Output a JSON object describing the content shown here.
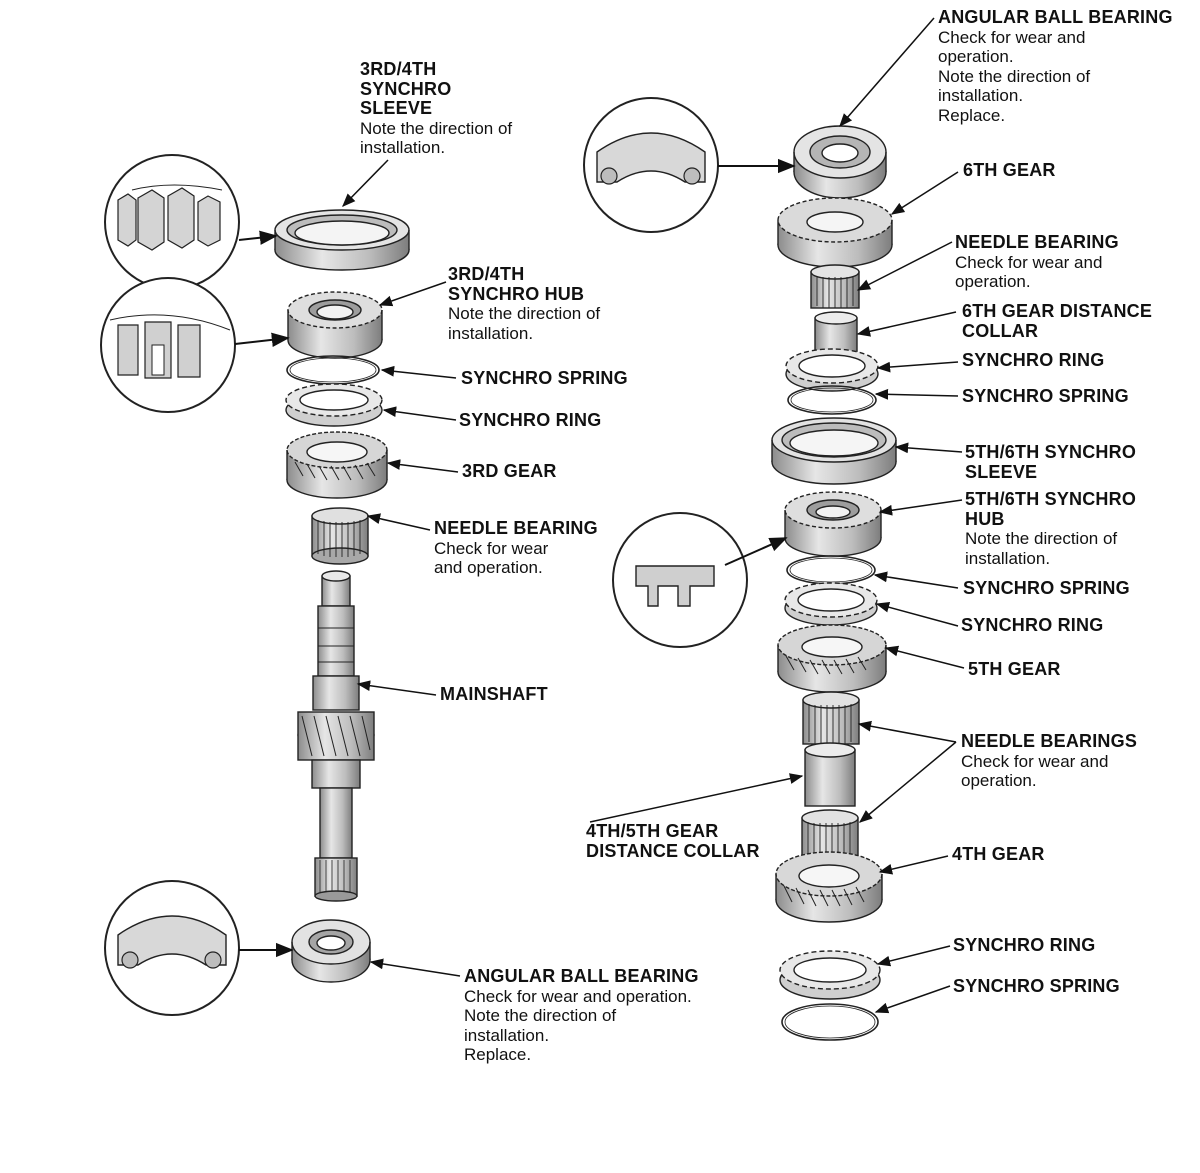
{
  "labels": {
    "sleeve34": {
      "title": [
        "3RD/4TH",
        "SYNCHRO",
        "SLEEVE"
      ],
      "notes": [
        "Note the direction of",
        "installation."
      ]
    },
    "hub34": {
      "title": [
        "3RD/4TH",
        "SYNCHRO HUB"
      ],
      "notes": [
        "Note the direction of",
        "installation."
      ]
    },
    "spring_left": {
      "title": [
        "SYNCHRO SPRING"
      ],
      "notes": []
    },
    "ring_left": {
      "title": [
        "SYNCHRO RING"
      ],
      "notes": []
    },
    "gear3": {
      "title": [
        "3RD GEAR"
      ],
      "notes": []
    },
    "needle_left": {
      "title": [
        "NEEDLE BEARING"
      ],
      "notes": [
        "Check for wear",
        "and operation."
      ]
    },
    "mainshaft": {
      "title": [
        "MAINSHAFT"
      ],
      "notes": []
    },
    "ball_left": {
      "title": [
        "ANGULAR BALL BEARING"
      ],
      "notes": [
        "Check for wear and operation.",
        "Note the direction of",
        "installation.",
        "Replace."
      ]
    },
    "ball_top": {
      "title": [
        "ANGULAR BALL BEARING"
      ],
      "notes": [
        "Check for wear and",
        "operation.",
        "Note the direction of",
        "installation.",
        "Replace."
      ]
    },
    "gear6": {
      "title": [
        "6TH GEAR"
      ],
      "notes": []
    },
    "needle_r1": {
      "title": [
        "NEEDLE BEARING"
      ],
      "notes": [
        "Check for wear and",
        "operation."
      ]
    },
    "collar6": {
      "title": [
        "6TH GEAR DISTANCE",
        "COLLAR"
      ],
      "notes": []
    },
    "ring_r1": {
      "title": [
        "SYNCHRO RING"
      ],
      "notes": []
    },
    "spring_r1": {
      "title": [
        "SYNCHRO SPRING"
      ],
      "notes": []
    },
    "sleeve56": {
      "title": [
        "5TH/6TH SYNCHRO",
        "SLEEVE"
      ],
      "notes": []
    },
    "hub56": {
      "title": [
        "5TH/6TH SYNCHRO",
        "HUB"
      ],
      "notes": [
        "Note the direction of",
        "installation."
      ]
    },
    "spring_r2": {
      "title": [
        "SYNCHRO SPRING"
      ],
      "notes": []
    },
    "ring_r2": {
      "title": [
        "SYNCHRO RING"
      ],
      "notes": []
    },
    "gear5": {
      "title": [
        "5TH GEAR"
      ],
      "notes": []
    },
    "needles": {
      "title": [
        "NEEDLE BEARINGS"
      ],
      "notes": [
        "Check for wear and",
        "operation."
      ]
    },
    "collar45": {
      "title": [
        "4TH/5TH GEAR",
        "DISTANCE COLLAR"
      ],
      "notes": []
    },
    "gear4": {
      "title": [
        "4TH GEAR"
      ],
      "notes": []
    },
    "ring_r3": {
      "title": [
        "SYNCHRO RING"
      ],
      "notes": []
    },
    "spring_r3": {
      "title": [
        "SYNCHRO SPRING"
      ],
      "notes": []
    }
  },
  "colors": {
    "ink": "#111111",
    "shade": "#9a9a9a",
    "light": "#d9d9d9",
    "mid": "#b8b8b8"
  }
}
